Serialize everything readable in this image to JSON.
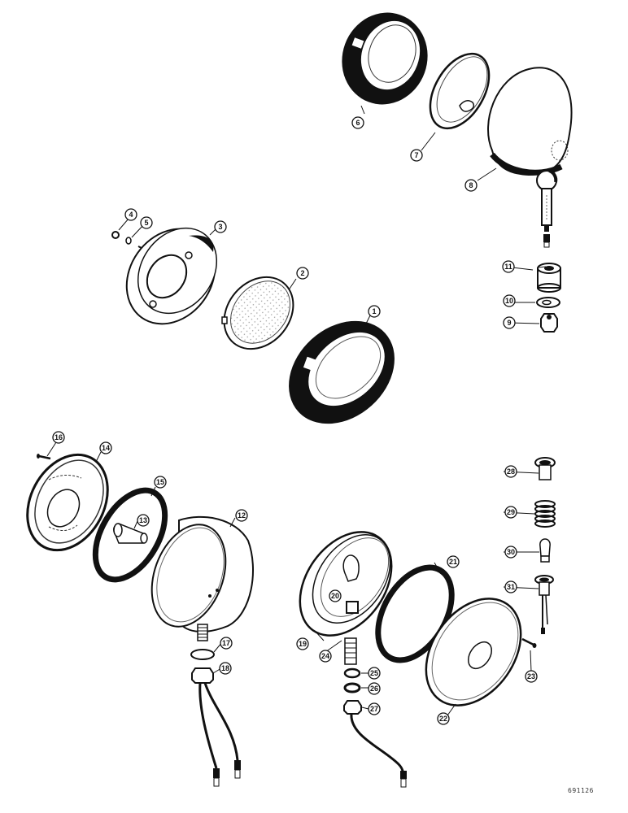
{
  "diagram": {
    "type": "exploded-parts-view",
    "subject": "lamp assemblies",
    "reference_number": "691126",
    "callouts": [
      {
        "id": "1",
        "label": "1",
        "part": "bezel ring (lower-center lamp)"
      },
      {
        "id": "2",
        "label": "2",
        "part": "sealed beam lens"
      },
      {
        "id": "3",
        "label": "3",
        "part": "lamp housing"
      },
      {
        "id": "4",
        "label": "4",
        "part": "nut"
      },
      {
        "id": "5",
        "label": "5",
        "part": "lock washer"
      },
      {
        "id": "6",
        "label": "6",
        "part": "bezel ring (top lamp)"
      },
      {
        "id": "7",
        "label": "7",
        "part": "sealed beam unit"
      },
      {
        "id": "8",
        "label": "8",
        "part": "lamp body with mounting stem"
      },
      {
        "id": "9",
        "label": "9",
        "part": "nut"
      },
      {
        "id": "10",
        "label": "10",
        "part": "washer"
      },
      {
        "id": "11",
        "label": "11",
        "part": "spacer"
      },
      {
        "id": "12",
        "label": "12",
        "part": "lamp housing (left tail lamp)"
      },
      {
        "id": "13",
        "label": "13",
        "part": "bulb"
      },
      {
        "id": "14",
        "label": "14",
        "part": "lens"
      },
      {
        "id": "15",
        "label": "15",
        "part": "gasket"
      },
      {
        "id": "16",
        "label": "16",
        "part": "screw"
      },
      {
        "id": "17",
        "label": "17",
        "part": "washer"
      },
      {
        "id": "18",
        "label": "18",
        "part": "nut"
      },
      {
        "id": "19",
        "label": "19",
        "part": "lamp housing (right lamp)"
      },
      {
        "id": "20",
        "label": "20",
        "part": "bulb"
      },
      {
        "id": "21",
        "label": "21",
        "part": "gasket"
      },
      {
        "id": "22",
        "label": "22",
        "part": "lens"
      },
      {
        "id": "23",
        "label": "23",
        "part": "screw"
      },
      {
        "id": "24",
        "label": "24",
        "part": "threaded stud"
      },
      {
        "id": "25",
        "label": "25",
        "part": "washer"
      },
      {
        "id": "26",
        "label": "26",
        "part": "lock washer"
      },
      {
        "id": "27",
        "label": "27",
        "part": "nut"
      },
      {
        "id": "28",
        "label": "28",
        "part": "socket sleeve"
      },
      {
        "id": "29",
        "label": "29",
        "part": "spring"
      },
      {
        "id": "30",
        "label": "30",
        "part": "bulb"
      },
      {
        "id": "31",
        "label": "31",
        "part": "socket with leads"
      }
    ]
  }
}
